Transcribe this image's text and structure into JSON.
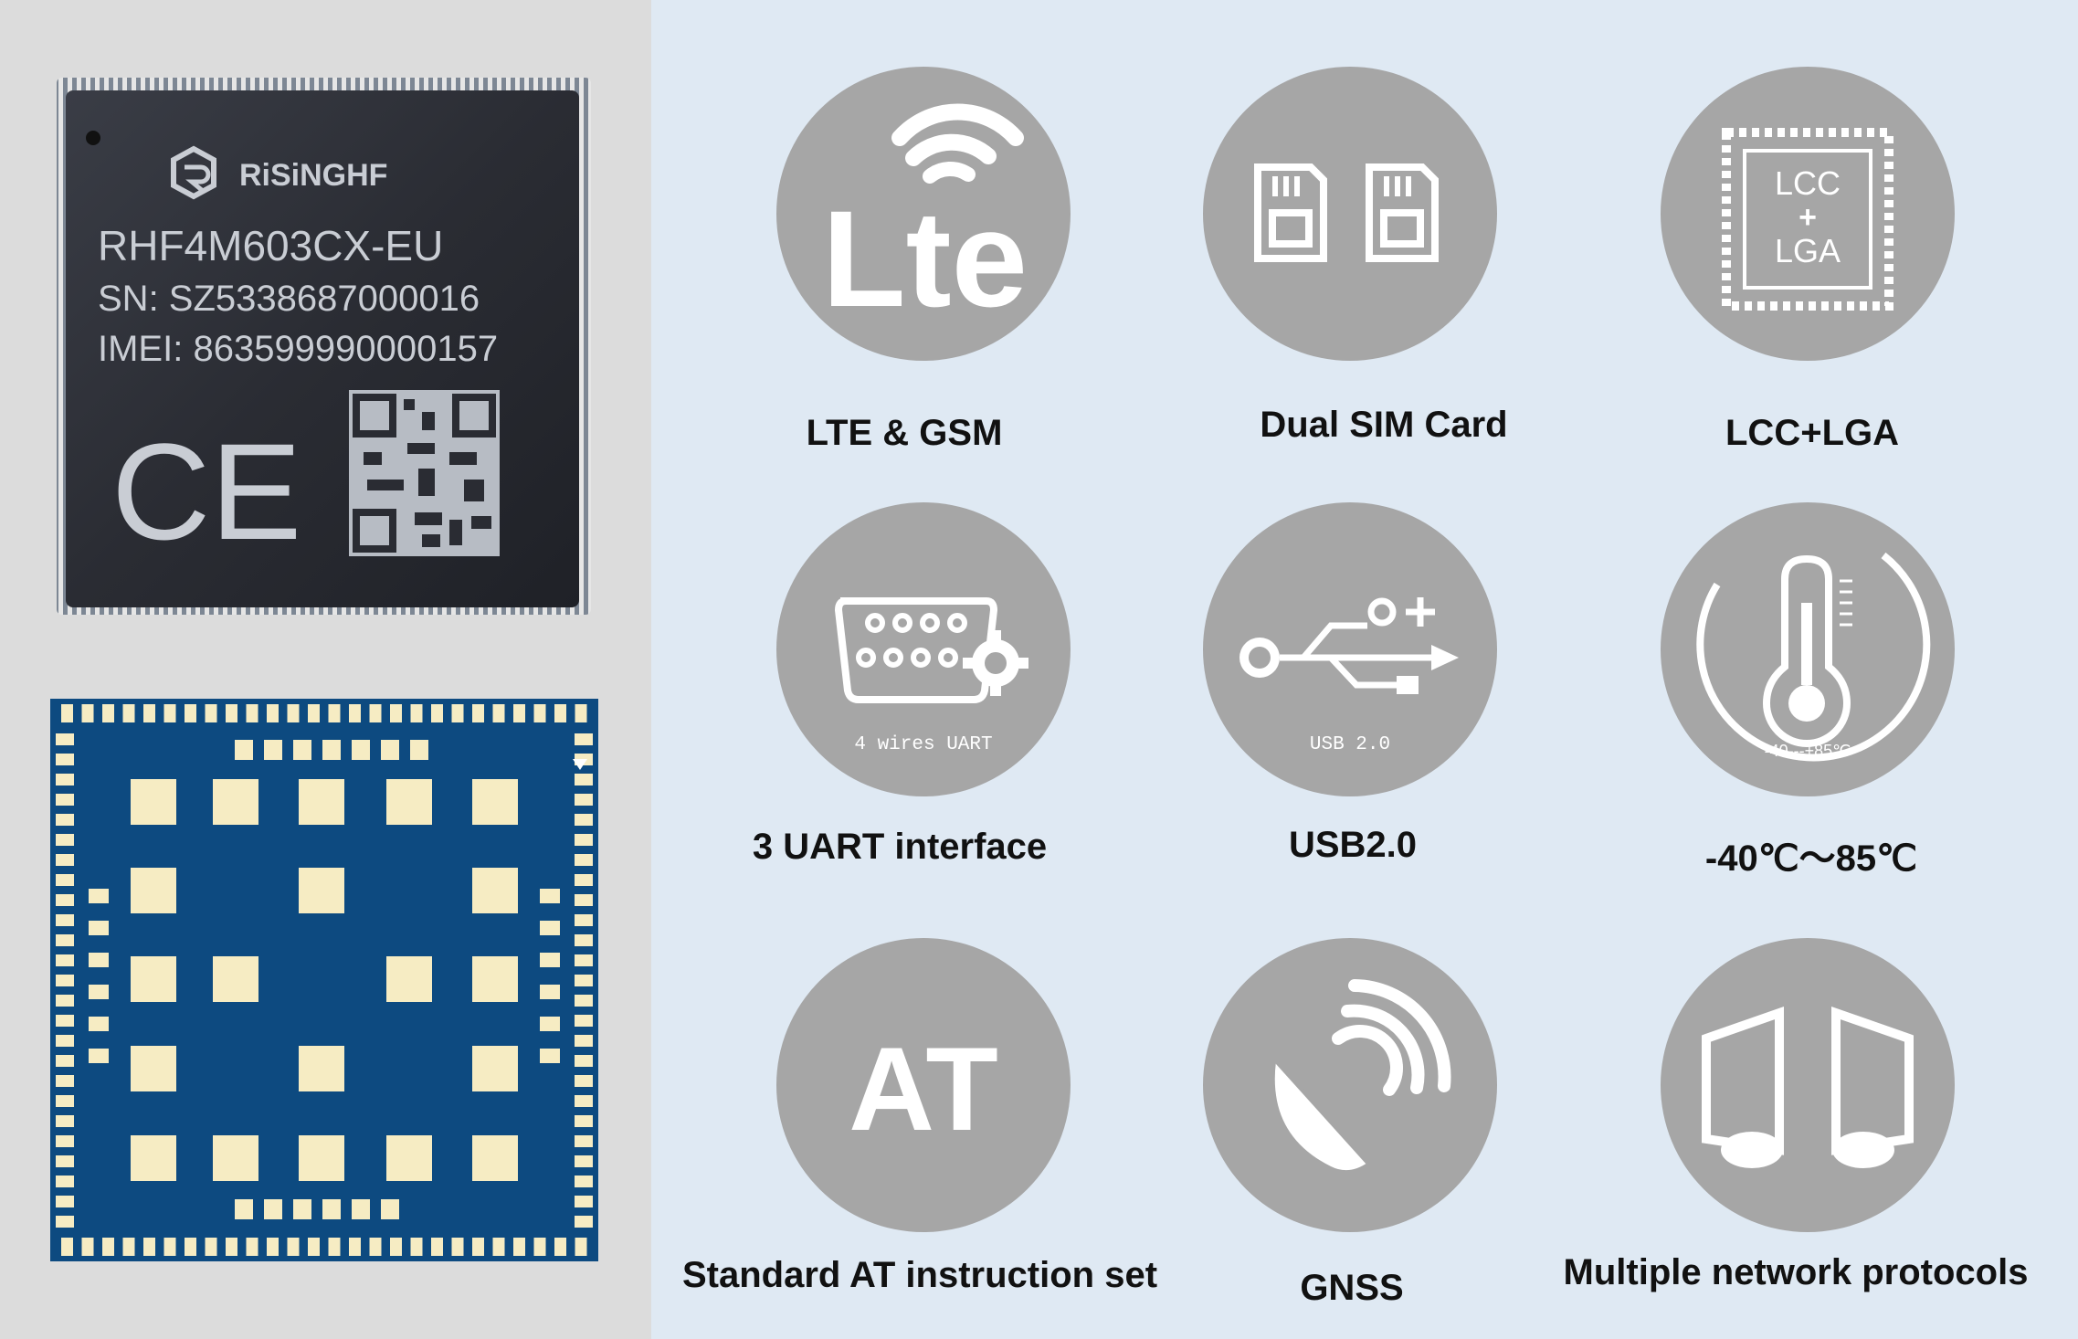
{
  "module": {
    "brand": "RiSiNGHF",
    "model": "RHF4M603CX-EU",
    "serial": "SN: SZ5338687000016",
    "imei": "IMEI: 863599990000157",
    "mark": "CE"
  },
  "features": [
    {
      "label": "LTE & GSM",
      "icon": "lte-icon",
      "icon_text": "Lte"
    },
    {
      "label": "Dual SIM Card",
      "icon": "dual-sim-icon"
    },
    {
      "label": "LCC+LGA",
      "icon": "package-stamp-icon",
      "icon_text_lines": [
        "LCC",
        "+",
        "LGA"
      ]
    },
    {
      "label": "3 UART interface",
      "icon": "uart-connector-icon",
      "icon_text": "4 wires UART"
    },
    {
      "label": "USB2.0",
      "icon": "usb-icon",
      "icon_text": "USB 2.0"
    },
    {
      "label": "-40℃～85℃",
      "icon": "thermometer-icon",
      "icon_text": "-40---+85℃"
    },
    {
      "label": "Standard AT instruction set",
      "icon": "at-icon",
      "icon_text": "AT"
    },
    {
      "label": "GNSS",
      "icon": "satellite-dish-icon"
    },
    {
      "label": "Multiple network protocols",
      "icon": "network-protocols-icon"
    }
  ],
  "colors": {
    "left_bg": "#dcdcdc",
    "right_bg": "#dfe9f3",
    "icon_circle": "#a6a6a6",
    "pcb_blue": "#0d4a80",
    "pad": "#f6ecc3",
    "chip_dark": "#2b2e36"
  }
}
